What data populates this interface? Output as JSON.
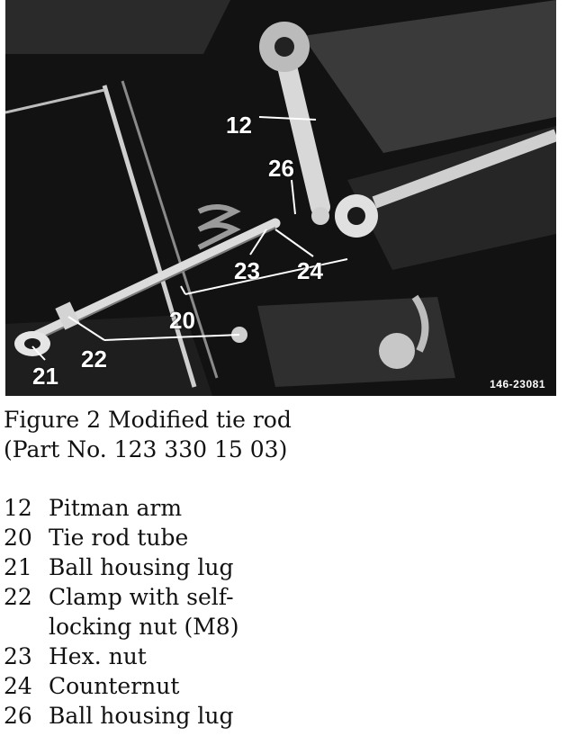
{
  "figure": {
    "callouts": {
      "c12": "12",
      "c26": "26",
      "c23": "23",
      "c24": "24",
      "c20": "20",
      "c22": "22",
      "c21": "21"
    },
    "photo_id": "146-23081"
  },
  "caption": {
    "line1": "Figure 2 Modified tie rod",
    "line2": "(Part No. 123 330 15 03)"
  },
  "legend": [
    {
      "num": "12",
      "text": "Pitman arm"
    },
    {
      "num": "20",
      "text": "Tie rod tube"
    },
    {
      "num": "21",
      "text": "Ball housing lug"
    },
    {
      "num": "22",
      "text": "Clamp with self-locking nut (M8)"
    },
    {
      "num": "23",
      "text": "Hex. nut"
    },
    {
      "num": "24",
      "text": "Counternut"
    },
    {
      "num": "26",
      "text": "Ball housing lug"
    }
  ]
}
